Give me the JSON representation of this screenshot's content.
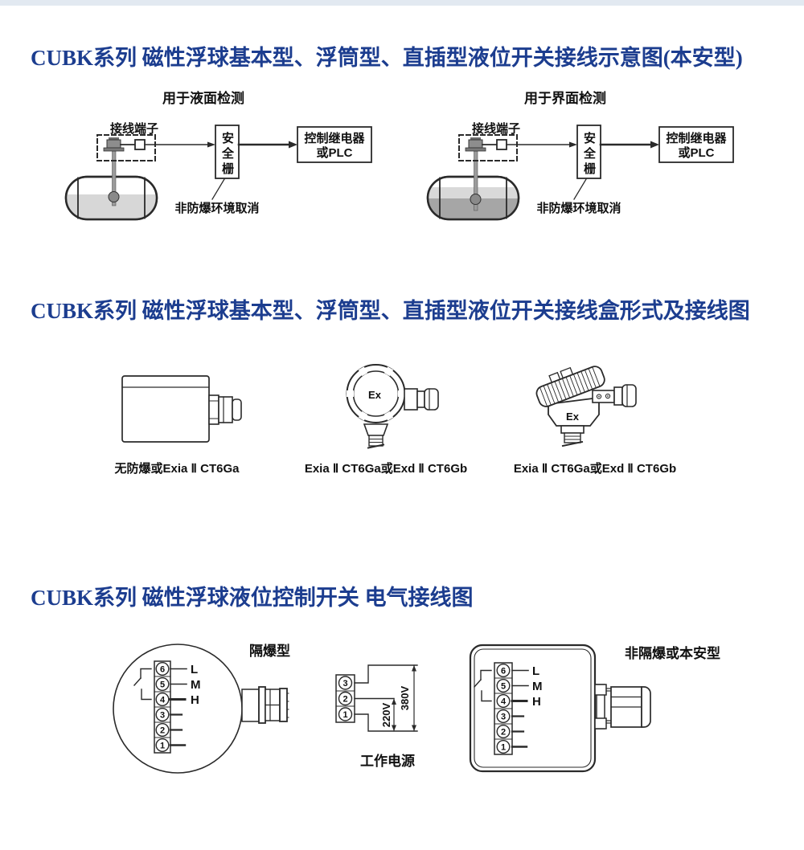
{
  "page": {
    "bg": "#ffffff",
    "title_color": "#1c3d8f"
  },
  "section1": {
    "title": "CUBK系列 磁性浮球基本型、浮筒型、直插型液位开关接线示意图(本安型)",
    "left": {
      "caption": "用于液面检测",
      "terminal_label": "接线端子",
      "barrier_label": "安全栅",
      "relay_line1": "控制继电器",
      "relay_line2": "或PLC",
      "note": "非防爆环境取消"
    },
    "right": {
      "caption": "用于界面检测",
      "terminal_label": "接线端子",
      "barrier_label": "安全栅",
      "relay_line1": "控制继电器",
      "relay_line2": "或PLC",
      "note": "非防爆环境取消"
    }
  },
  "section2": {
    "title": "CUBK系列 磁性浮球基本型、浮筒型、直插型液位开关接线盒形式及接线图",
    "figures": [
      {
        "ex_mark": "",
        "label": "无防爆或Exia Ⅱ CT6Ga"
      },
      {
        "ex_mark": "Ex",
        "label": "Exia Ⅱ CT6Ga或Exd Ⅱ CT6Gb"
      },
      {
        "ex_mark": "Ex",
        "label": "Exia Ⅱ CT6Ga或Exd Ⅱ CT6Gb"
      }
    ]
  },
  "section3": {
    "title": "CUBK系列 磁性浮球液位控制开关 电气接线图",
    "flameproof": {
      "caption": "隔爆型",
      "terminals": [
        "6",
        "5",
        "4",
        "3",
        "2",
        "1"
      ],
      "wire_labels": [
        "L",
        "M",
        "H"
      ]
    },
    "power": {
      "caption": "工作电源",
      "terminals": [
        "3",
        "2",
        "1"
      ],
      "v220": "220V",
      "v380": "380V"
    },
    "nonflameproof": {
      "caption": "非隔爆或本安型",
      "terminals": [
        "6",
        "5",
        "4",
        "3",
        "2",
        "1"
      ],
      "wire_labels": [
        "L",
        "M",
        "H"
      ]
    }
  }
}
